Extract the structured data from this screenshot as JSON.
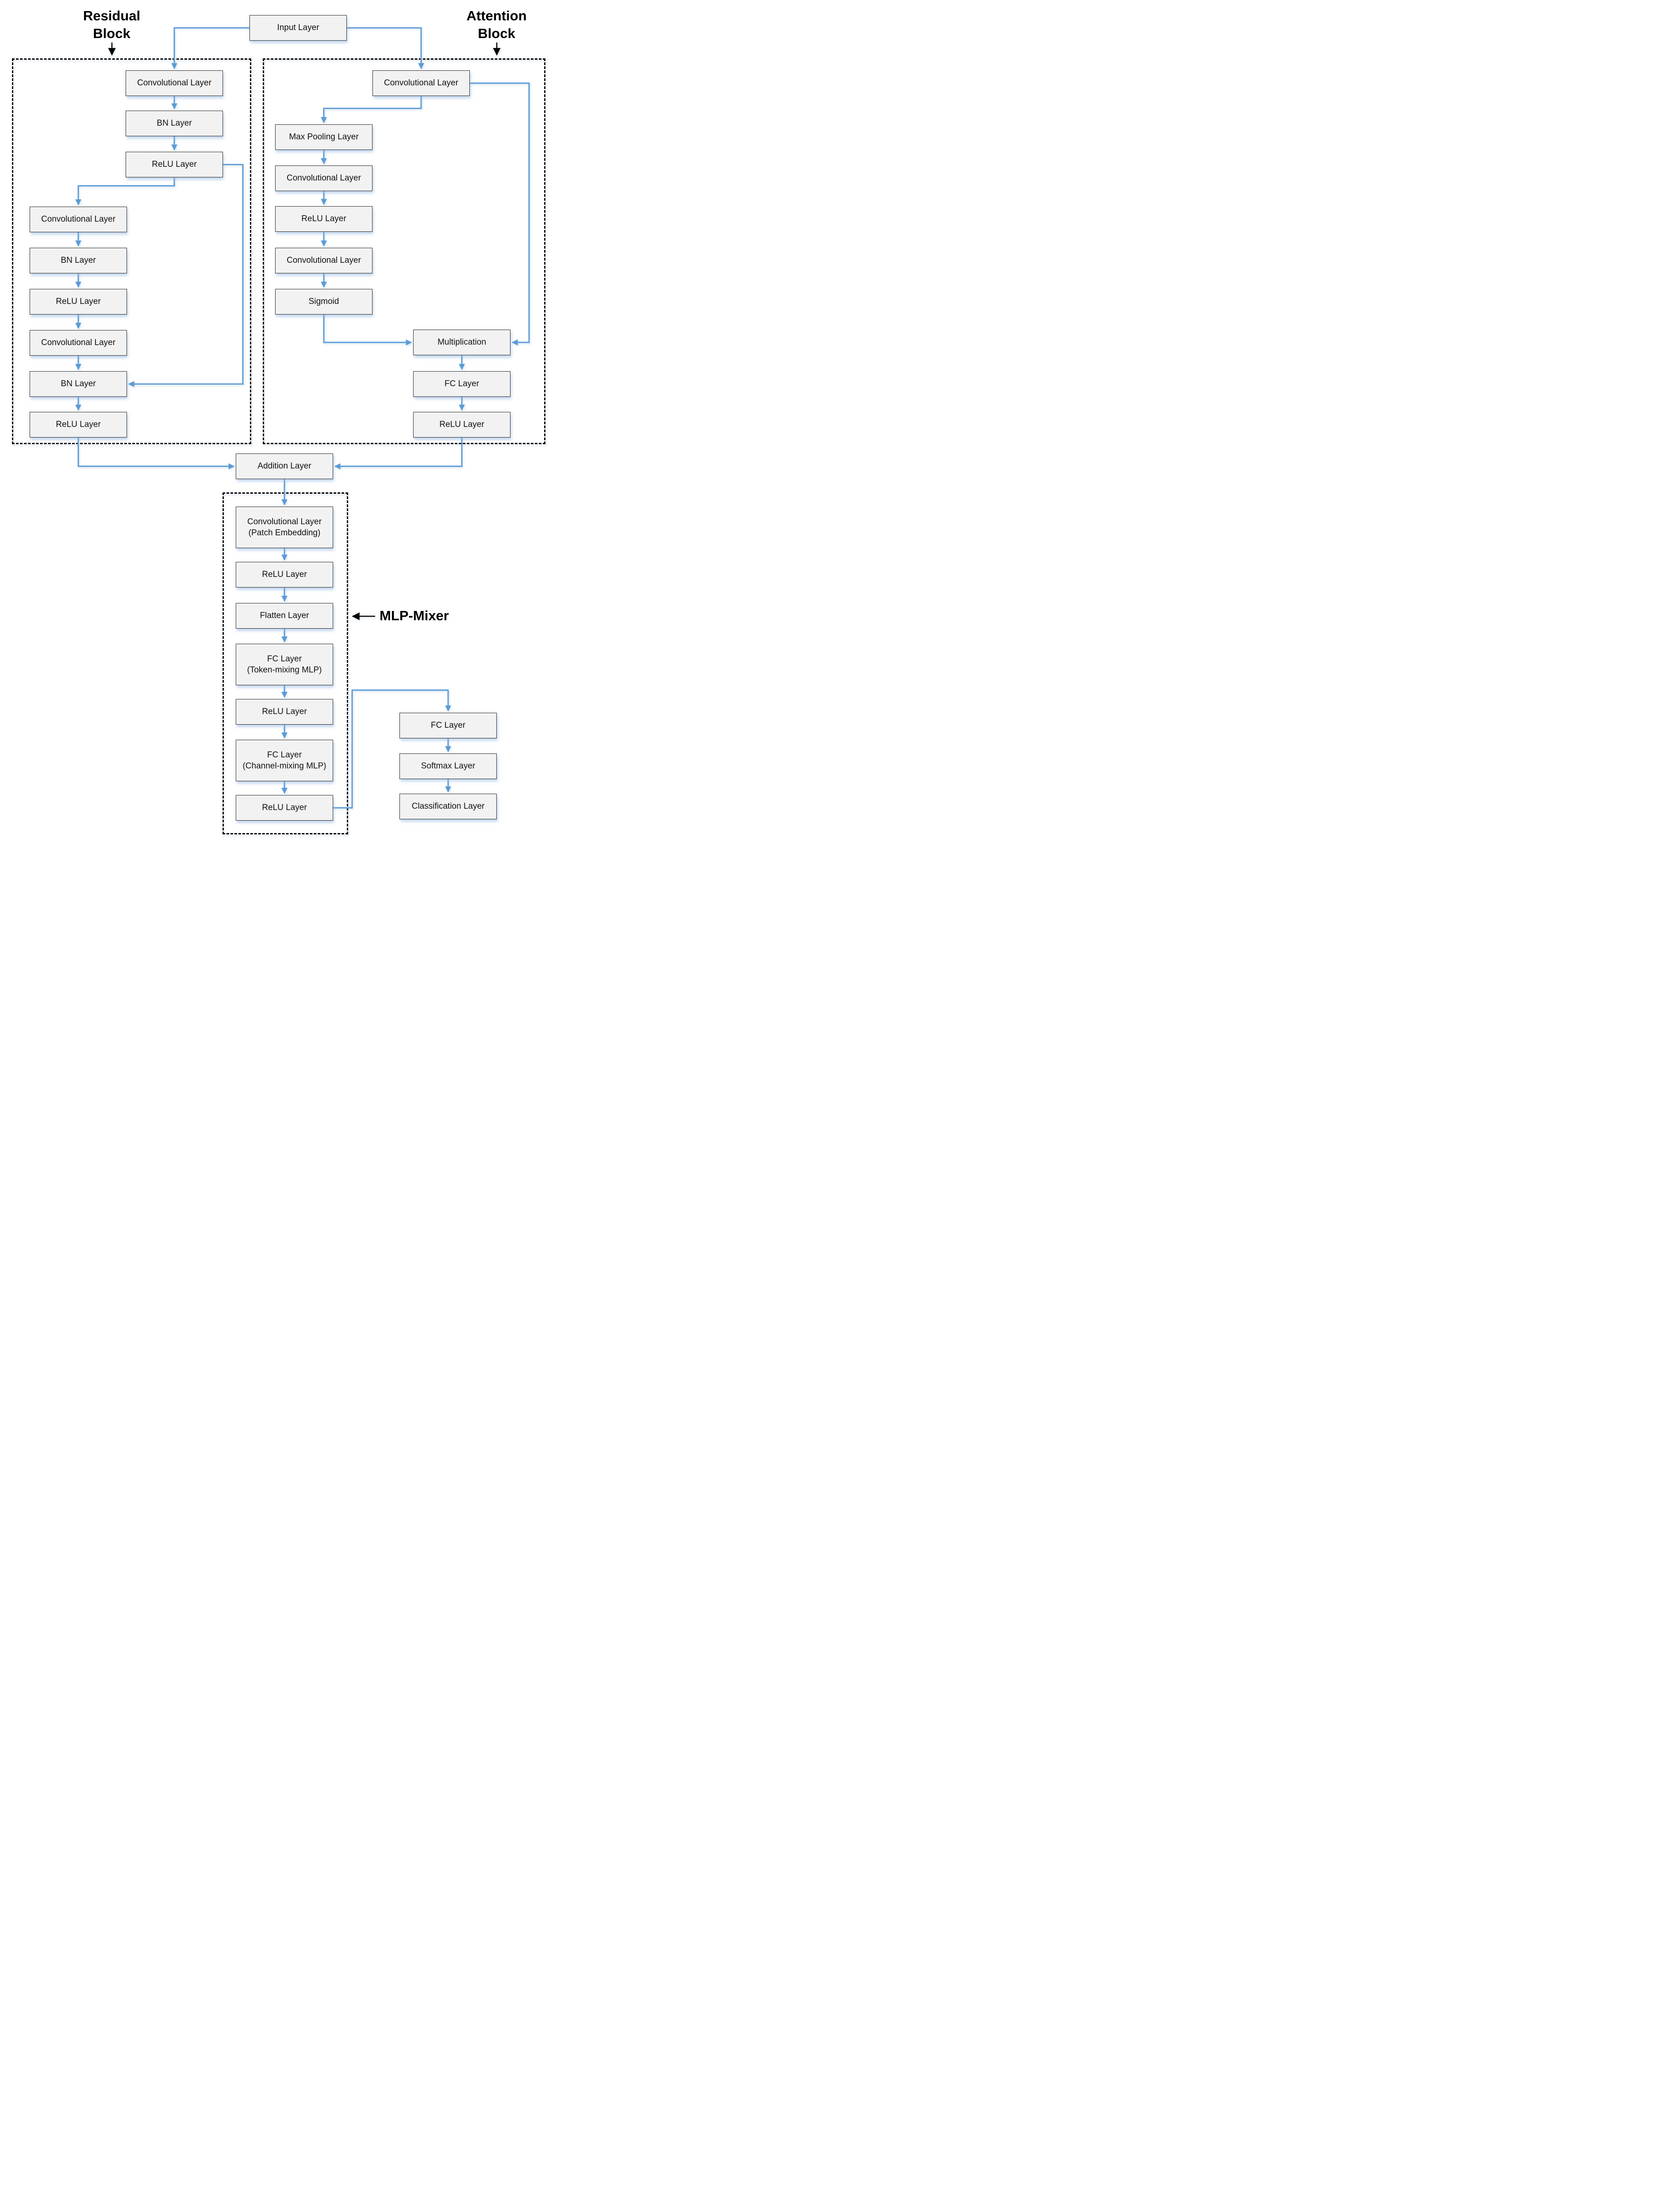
{
  "diagram": {
    "section_labels": {
      "residual": "Residual\nBlock",
      "attention": "Attention\nBlock",
      "mlp_mixer": "MLP-Mixer"
    },
    "nodes": {
      "input": "Input Layer",
      "res_conv1": "Convolutional Layer",
      "res_bn1": "BN Layer",
      "res_relu1": "ReLU Layer",
      "res_conv2": "Convolutional Layer",
      "res_bn2": "BN Layer",
      "res_relu2": "ReLU Layer",
      "res_conv3": "Convolutional Layer",
      "res_bn3": "BN Layer",
      "res_relu3": "ReLU Layer",
      "att_conv1": "Convolutional Layer",
      "att_pool": "Max Pooling Layer",
      "att_conv2": "Convolutional Layer",
      "att_relu1": "ReLU Layer",
      "att_conv3": "Convolutional Layer",
      "att_sigmoid": "Sigmoid",
      "att_mult": "Multiplication",
      "att_fc": "FC Layer",
      "att_relu2": "ReLU Layer",
      "addition": "Addition Layer",
      "mlp_conv": "Convolutional Layer\n(Patch Embedding)",
      "mlp_relu1": "ReLU Layer",
      "mlp_flatten": "Flatten Layer",
      "mlp_fc_token": "FC Layer\n(Token-mixing MLP)",
      "mlp_relu2": "ReLU Layer",
      "mlp_fc_channel": "FC Layer\n(Channel-mixing MLP)",
      "mlp_relu3": "ReLU Layer",
      "out_fc": "FC Layer",
      "out_softmax": "Softmax Layer",
      "out_class": "Classification Layer"
    },
    "colors": {
      "connector_blue": "#5b9bd5",
      "box_fill": "#f2f2f2",
      "box_border": "#2b2b2b",
      "dash_border": "#000000"
    }
  }
}
